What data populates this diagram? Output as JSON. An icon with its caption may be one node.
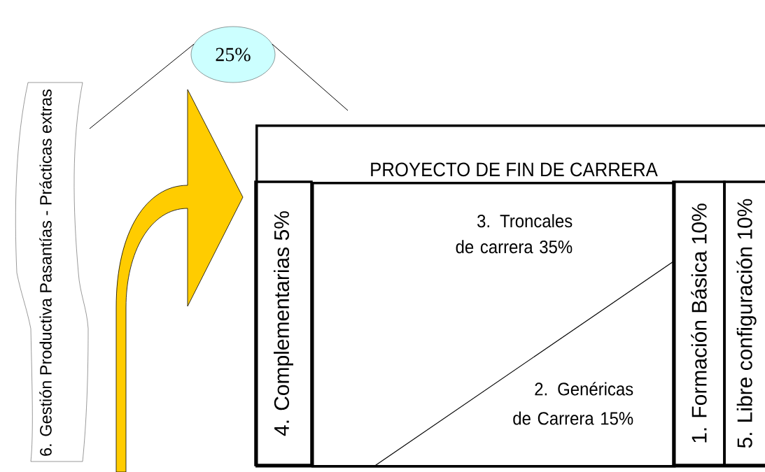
{
  "diagram": {
    "nodes": [
      {
        "text": [
          "25%"
        ]
      },
      {
        "text": [
          "6. Gestión Productiva Pasantías - Prácticas extras"
        ]
      },
      {
        "text": [
          "PROYECTO DE FIN DE CARRERA"
        ]
      },
      {
        "text": [
          "4. Complementarias 5%"
        ],
        "in": 2
      },
      {
        "text": [
          "3. Troncales de carrera 35%",
          "2. Genéricas de Carrera 15%"
        ],
        "in": 2
      },
      {
        "text": [
          "1. Formación Básica 10%"
        ],
        "in": 2
      },
      {
        "text": [
          "5. Libre configuración 10%"
        ],
        "in": 2
      }
    ],
    "edges": [
      {
        "from": 0,
        "to": null,
        "arrow": "none"
      },
      {
        "from": 0,
        "to": null,
        "arrow": "none"
      },
      {
        "from": null,
        "to": 2,
        "arrow": "to",
        "style": "thick",
        "color": "#ffcc00"
      }
    ]
  }
}
